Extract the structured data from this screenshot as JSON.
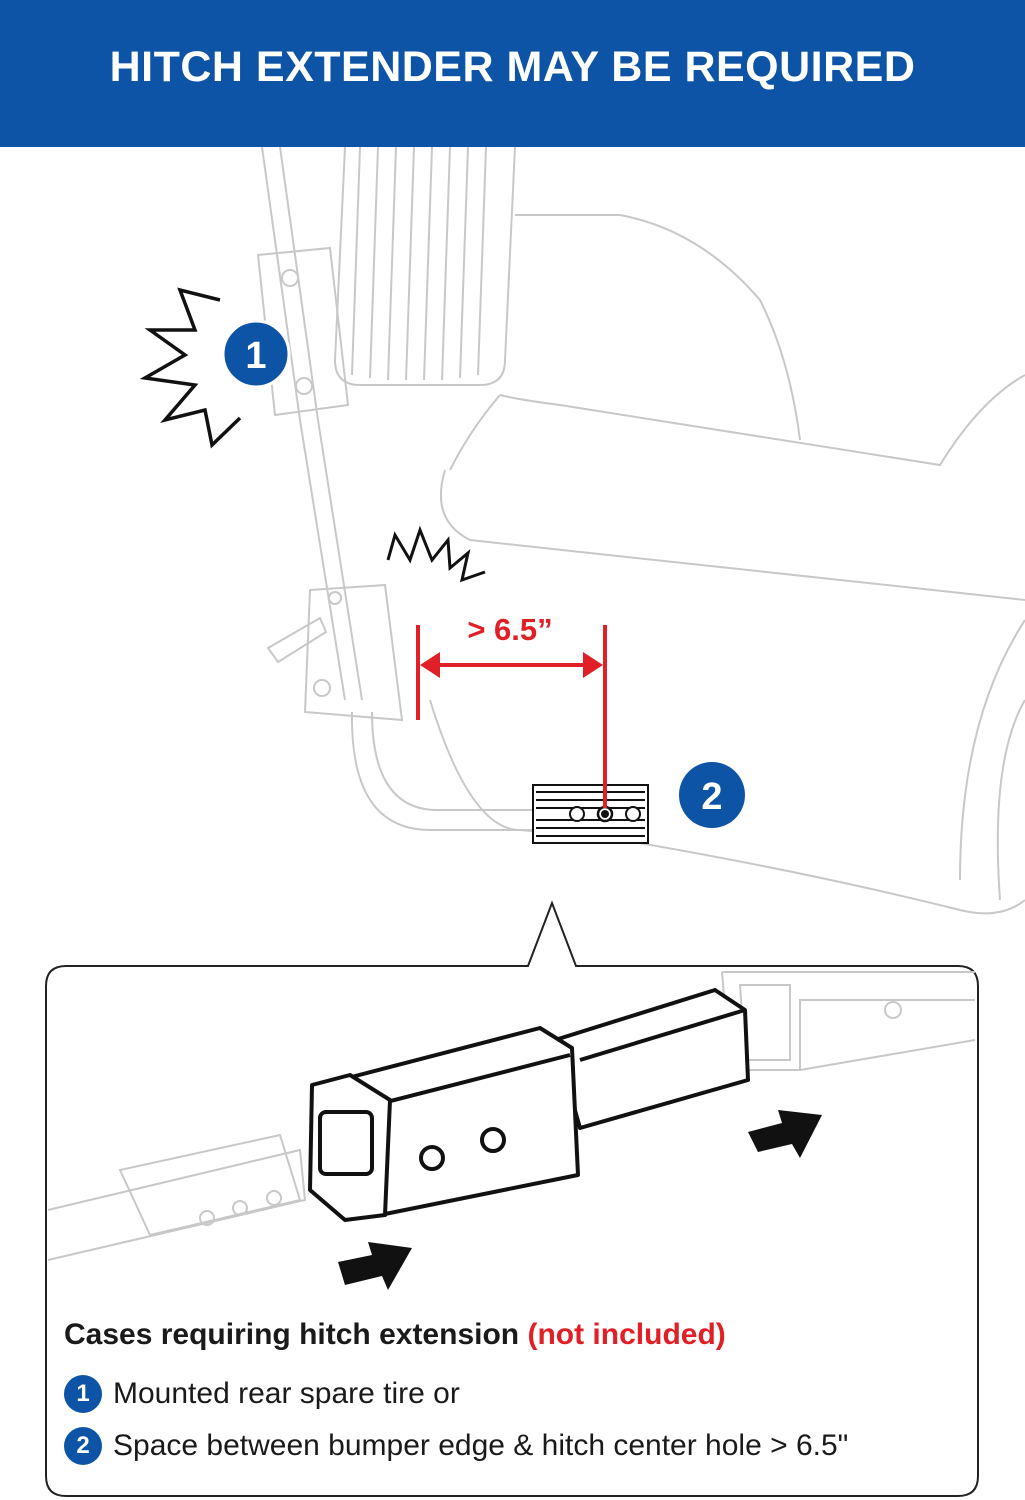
{
  "header": {
    "title": "HITCH EXTENDER MAY BE REQUIRED"
  },
  "diagram": {
    "marker_1": "1",
    "marker_2": "2",
    "measurement_label": "> 6.5”"
  },
  "cases": {
    "heading": "Cases requiring hitch extension",
    "heading_note": "(not included)",
    "items": [
      {
        "number": "1",
        "text": "Mounted rear spare tire or"
      },
      {
        "number": "2",
        "text": "Space between bumper edge & hitch center hole > 6.5\""
      }
    ]
  },
  "colors": {
    "brand_blue": "#0d54a6",
    "accent_red": "#e01f26"
  }
}
